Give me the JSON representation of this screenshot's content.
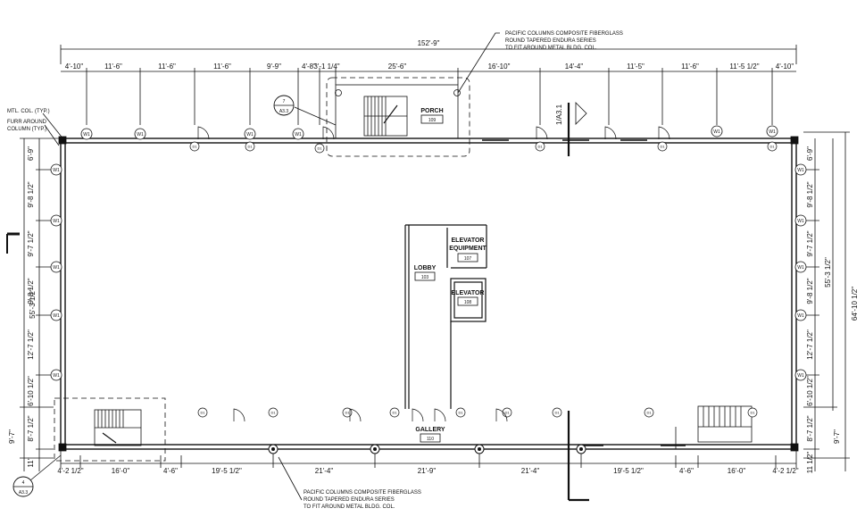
{
  "dimensions": {
    "top_overall": "152'-9\"",
    "top": [
      "4'-10\"",
      "11'-6\"",
      "11'-6\"",
      "11'-6\"",
      "9'-9\"",
      "4'-8\"",
      "3'-1 1/4\"",
      "25'-6\"",
      "16'-10\"",
      "14'-4\"",
      "11'-5\"",
      "11'-6\"",
      "11'-5 1/2\"",
      "4'-10\""
    ],
    "bottom": [
      "4'-2 1/2\"",
      "16'-0\"",
      "4'-6\"",
      "19'-5 1/2\"",
      "21'-4\"",
      "21'-9\"",
      "21'-4\"",
      "19'-5 1/2\"",
      "4'-6\"",
      "16'-0\"",
      "4'-2 1/2\""
    ],
    "left": [
      "6'-9\"",
      "9'-8 1/2\"",
      "9'-7 1/2\"",
      "9'-8 1/2\"",
      "12'-7 1/2\"",
      "6'-10 1/2\"",
      "8'-7 1/2\"",
      "9'-7\"",
      "11\""
    ],
    "left_overall": "55'-3 1/2\"",
    "right": [
      "6'-9\"",
      "9'-8 1/2\"",
      "9'-7 1/2\"",
      "9'-8 1/2\"",
      "12'-7 1/2\"",
      "6'-10 1/2\"",
      "8'-7 1/2\"",
      "9'-7\"",
      "11 1/2\""
    ],
    "right_overall_inner": "55'-3 1/2\"",
    "right_overall_outer": "64'-10 1/2\""
  },
  "notes": {
    "top_callout": [
      "PACIFIC COLUMNS COMPOSITE FIBERGLASS",
      "ROUND TAPERED ENDURA SERIES",
      "TO FIT AROUND METAL BLDG. COL."
    ],
    "bottom_callout": [
      "PACIFIC COLUMNS COMPOSITE FIBERGLASS",
      "ROUND TAPERED ENDURA SERIES",
      "TO FIT AROUND METAL BLDG. COL."
    ],
    "mtl_col": "MTL. COL. (TYP.)",
    "furr": [
      "FURR AROUND",
      "COLUMN (TYP.)"
    ]
  },
  "section_marks": {
    "top": {
      "number": "7",
      "sheet": "A3.3"
    },
    "bottom_left": {
      "number": "4",
      "sheet": "A3.3"
    },
    "right_arrow": "1/A3.1"
  },
  "rooms": [
    {
      "name": "PORCH",
      "number": "109"
    },
    {
      "name": "LOBBY",
      "number": "103"
    },
    {
      "name": "ELEVATOR EQUIPMENT",
      "line1": "ELEVATOR",
      "line2": "EQUIPMENT",
      "number": "107"
    },
    {
      "name": "ELEVATOR",
      "number": "108"
    },
    {
      "name": "GALLERY",
      "number": "110"
    }
  ],
  "window_tag": "W1",
  "door_tag": "D1"
}
